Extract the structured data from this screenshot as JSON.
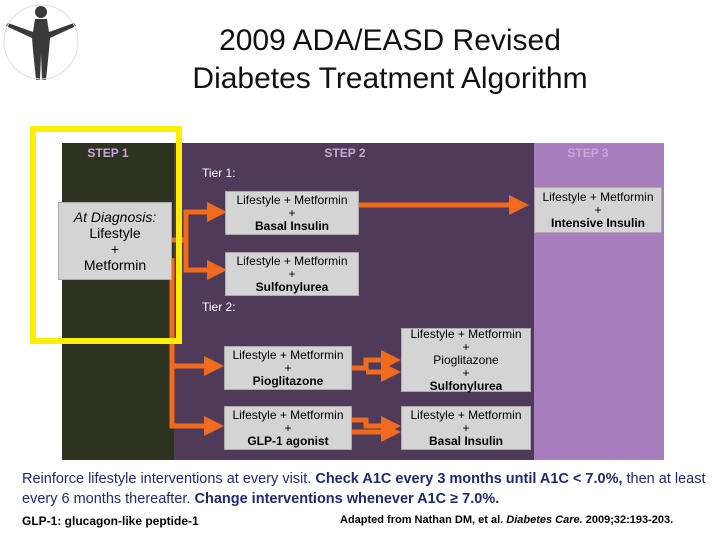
{
  "title": {
    "line1": "2009 ADA/EASD Revised",
    "line2": "Diabetes Treatment Algorithm"
  },
  "icons": {
    "figure": "human-figure-icon"
  },
  "colors": {
    "step1_bg": "#2e3220",
    "step2_bg": "#4f3a5a",
    "step3_bg": "#a77fbe",
    "arrow": "#f26a1b",
    "highlight": "#ffee00"
  },
  "steps": {
    "step1": "STEP 1",
    "step2": "STEP 2",
    "step3": "STEP 3"
  },
  "tiers": {
    "tier1": "Tier 1:",
    "tier2": "Tier 2:"
  },
  "boxes": {
    "diagnosis": {
      "l1": "At Diagnosis:",
      "l2": "Lifestyle",
      "l3": "+",
      "l4": "Metformin"
    },
    "basal": {
      "l1": "Lifestyle + Metformin",
      "l2": "+",
      "l3": "Basal Insulin"
    },
    "sulf": {
      "l1": "Lifestyle + Metformin",
      "l2": "+",
      "l3": "Sulfonylurea"
    },
    "intensive": {
      "l1": "Lifestyle + Metformin",
      "l2": "+",
      "l3": "Intensive Insulin"
    },
    "pio": {
      "l1": "Lifestyle + Metformin",
      "l2": "+",
      "l3": "Pioglitazone"
    },
    "glp": {
      "l1": "Lifestyle + Metformin",
      "l2": "+",
      "l3": "GLP-1 agonist"
    },
    "pio_sulf": {
      "l1": "Lifestyle + Metformin",
      "l2": "+",
      "l3": "Pioglitazone",
      "l4": "+",
      "l5": "Sulfonylurea"
    },
    "basal2": {
      "l1": "Lifestyle + Metformin",
      "l2": "+",
      "l3": "Basal Insulin"
    }
  },
  "note": {
    "p1": "Reinforce lifestyle interventions at every visit. ",
    "p2": "Check A1C every 3 months until A1C < 7.0%,",
    "p3": " then at least every 6 months thereafter. ",
    "p4": "Change interventions whenever A1C ≥ 7.0%."
  },
  "footer": {
    "left": "GLP-1: glucagon-like peptide-1",
    "right_pre": "Adapted from Nathan DM, et al. ",
    "right_journal": "Diabetes Care.",
    "right_post": " 2009;32:193-203."
  }
}
